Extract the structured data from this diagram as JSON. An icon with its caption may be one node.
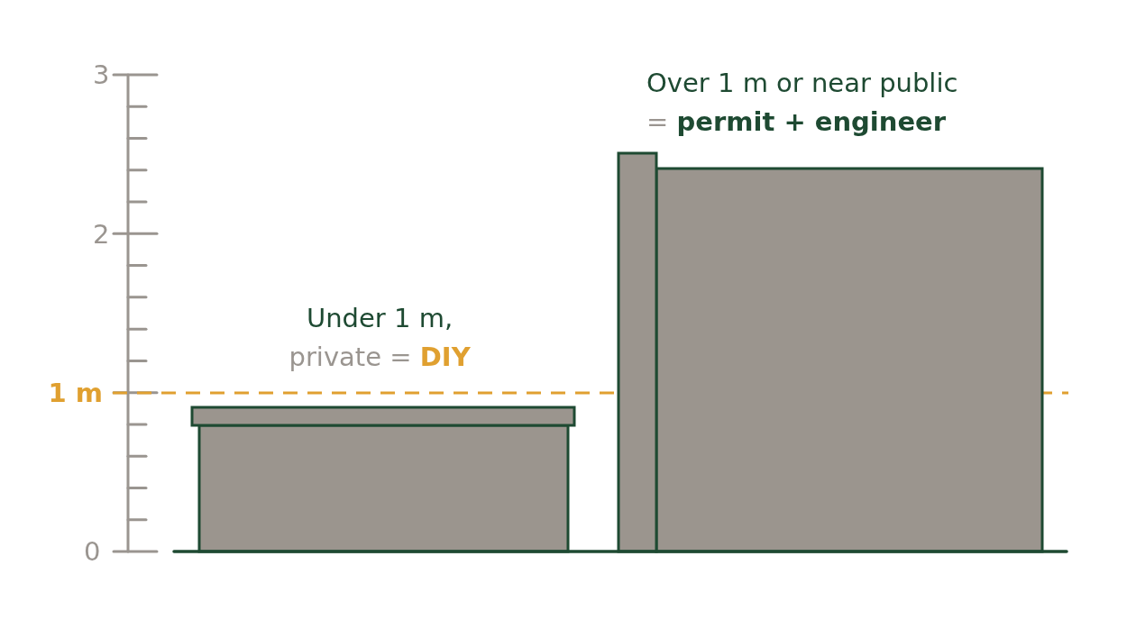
{
  "diagram": {
    "labels": [
      "3",
      "2",
      "1 m",
      "0",
      "Under 1 m,",
      "private = **DIY**",
      "Over 1 m or near public",
      "= **permit + engineer**"
    ]
  }
}
